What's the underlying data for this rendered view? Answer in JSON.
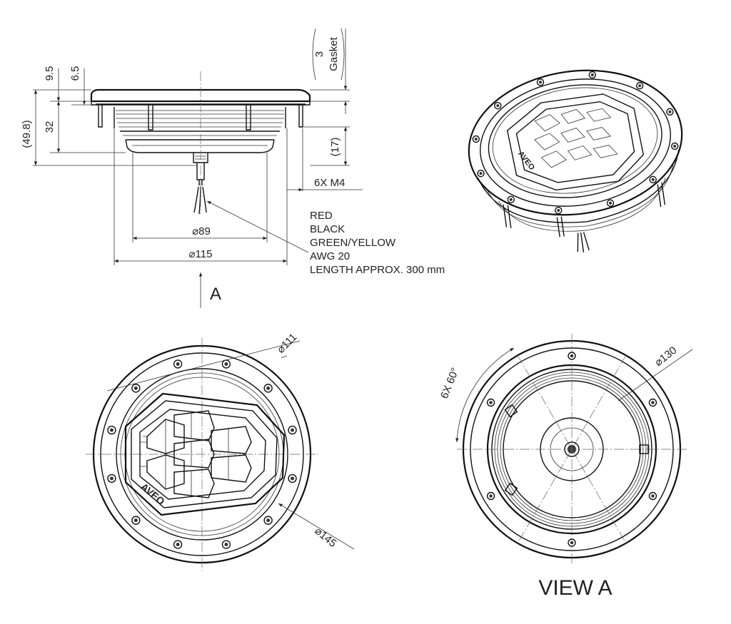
{
  "side_view": {
    "dims": {
      "d9_5": "9.5",
      "d6_5": "6.5",
      "d49_8": "(49.8)",
      "d32": "32",
      "gasket_value": "3",
      "gasket_label": "Gasket",
      "d17": "(17)",
      "screws": "6X M4",
      "dia89": "⌀89",
      "dia115": "⌀115"
    },
    "cable_notes": [
      "RED",
      "BLACK",
      "GREEN/YELLOW",
      "AWG 20",
      "LENGTH APPROX. 300 mm"
    ],
    "view_arrow_label": "A"
  },
  "front_view": {
    "dia111": "⌀111",
    "dia145": "⌀145",
    "logo": "AVEO"
  },
  "iso_view": {
    "logo": "AVEO"
  },
  "rear_view": {
    "angle": "6X 60°",
    "dia130": "⌀130",
    "title": "VIEW A"
  }
}
